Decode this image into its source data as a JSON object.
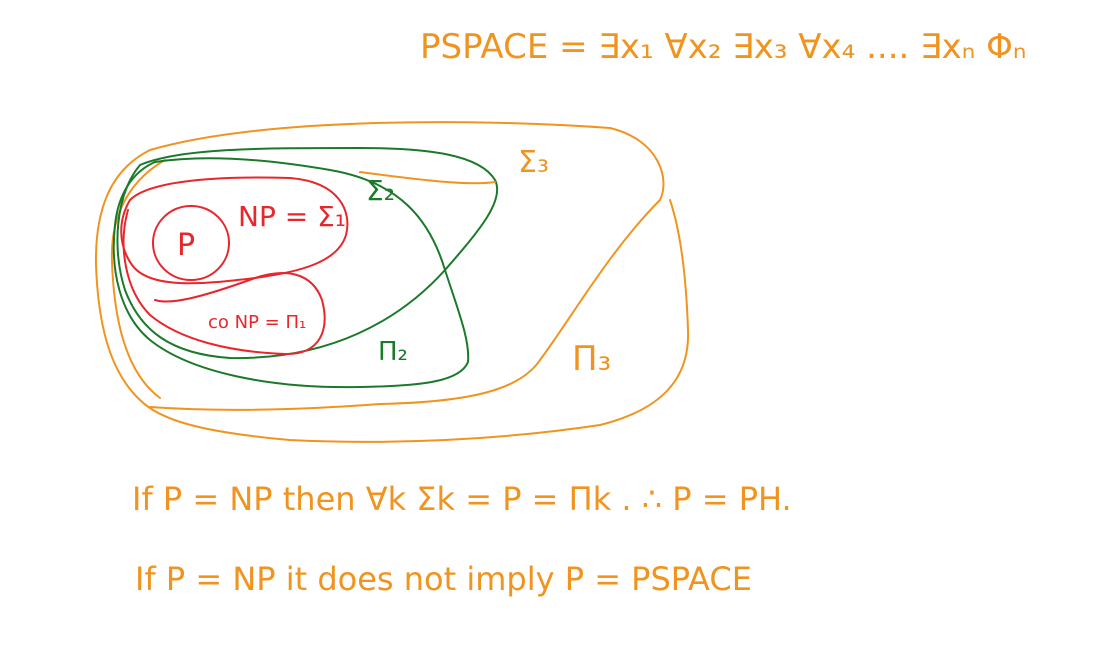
{
  "header_formula": "PSPACE = ∃x₁ ∀x₂ ∃x₃ ∀x₄ .... ∃xₙ Φₙ",
  "labels": {
    "p": "P",
    "np": "NP = Σ₁",
    "co_np": "co NP = Π₁",
    "sigma2": "Σ₂",
    "pi2": "Π₂",
    "sigma3": "Σ₃",
    "pi3": "Π₃"
  },
  "notes": {
    "line1": "If P = NP then ∀k Σk = P = Πk . ∴ P = PH.",
    "line2": "If P = NP it does not imply P = PSPACE"
  },
  "colors": {
    "orange": "#f0941f",
    "red": "#e8262c",
    "green": "#1a7a2a"
  }
}
